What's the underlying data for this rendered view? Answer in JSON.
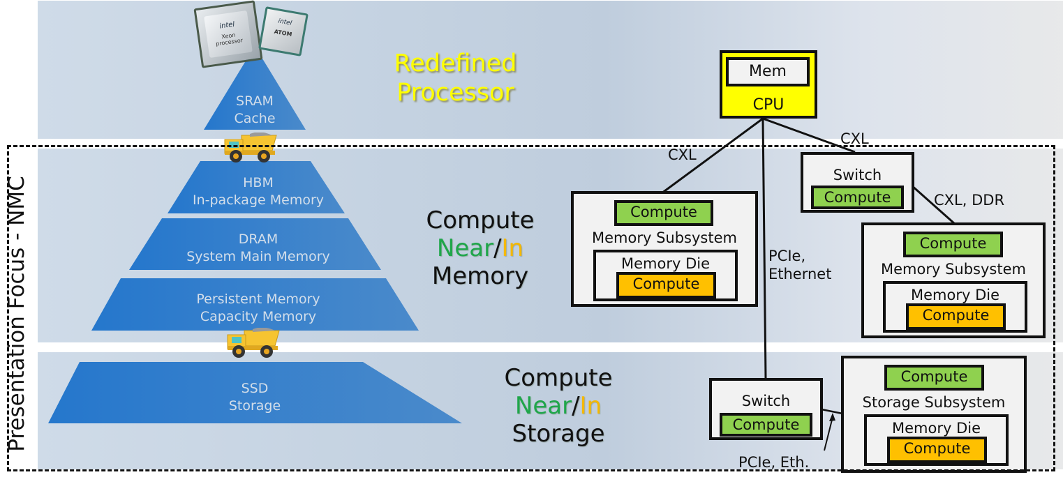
{
  "side_label": "Presentation Focus - NMC",
  "processor": {
    "chips": [
      {
        "brand": "intel",
        "name": "Xeon processor"
      },
      {
        "brand": "intel",
        "name": "ATOM"
      }
    ],
    "title_line1": "Redefined",
    "title_line2": "Processor",
    "title_color": "#ffff00"
  },
  "pyramid": {
    "tiers": [
      {
        "line1": "SRAM",
        "line2": "Cache"
      },
      {
        "line1": "HBM",
        "line2": "In-package Memory"
      },
      {
        "line1": "DRAM",
        "line2": "System Main Memory"
      },
      {
        "line1": "Persistent Memory",
        "line2": "Capacity Memory"
      },
      {
        "line1": "SSD",
        "line2": "Storage"
      }
    ],
    "tier_color": "#2e7bcc",
    "truck_icon": "dump-truck-icon"
  },
  "memory_section": {
    "line1": "Compute",
    "near": "Near",
    "slash": "/",
    "in": "In",
    "line3": "Memory"
  },
  "storage_section": {
    "line1": "Compute",
    "near": "Near",
    "slash": "/",
    "in": "In",
    "line3": "Storage"
  },
  "architecture": {
    "cpu": {
      "mem_label": "Mem",
      "label": "CPU",
      "color": "#ffff00"
    },
    "links": {
      "cxl_left": "CXL",
      "cxl_right": "CXL",
      "cxl_ddr": "CXL, DDR",
      "pcie_line1": "PCIe,",
      "pcie_line2": "Ethernet",
      "pcie_eth": "PCIe, Eth."
    },
    "switch_top": {
      "label": "Switch",
      "compute": "Compute"
    },
    "mem_subsystem_left": {
      "compute": "Compute",
      "label": "Memory Subsystem",
      "die_label": "Memory Die",
      "die_compute": "Compute"
    },
    "mem_subsystem_right": {
      "compute": "Compute",
      "label": "Memory Subsystem",
      "die_label": "Memory Die",
      "die_compute": "Compute"
    },
    "switch_bottom": {
      "label": "Switch",
      "compute": "Compute"
    },
    "storage_subsystem": {
      "compute": "Compute",
      "label": "Storage Subsystem",
      "die_label": "Memory Die",
      "die_compute": "Compute"
    },
    "colors": {
      "near_compute": "#8fd14f",
      "in_compute": "#ffc000",
      "box": "#f2f2f2"
    }
  }
}
